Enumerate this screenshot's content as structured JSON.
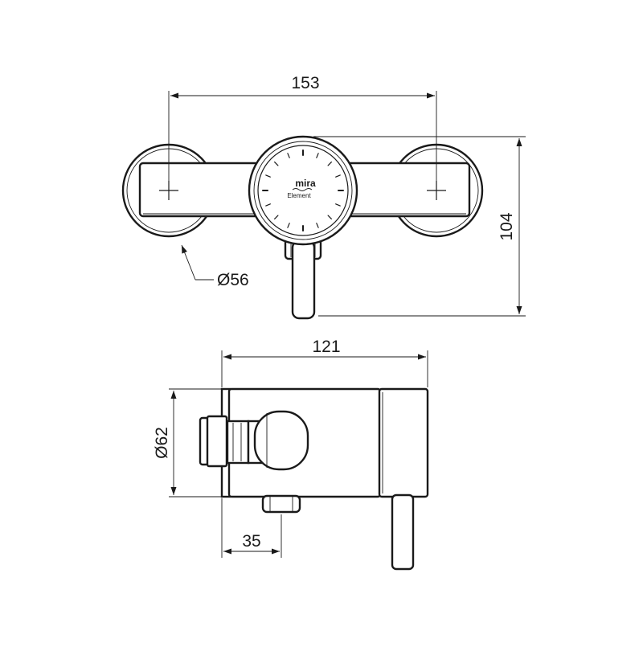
{
  "drawing": {
    "front_view": {
      "dimensions": {
        "width_top": "153",
        "height_right": "104",
        "disc_diameter": "Ø56"
      },
      "dial": {
        "brand": "mira",
        "model": "Element"
      }
    },
    "side_view": {
      "dimensions": {
        "width_top": "121",
        "height_left": "Ø62",
        "offset_bottom": "35"
      }
    }
  }
}
